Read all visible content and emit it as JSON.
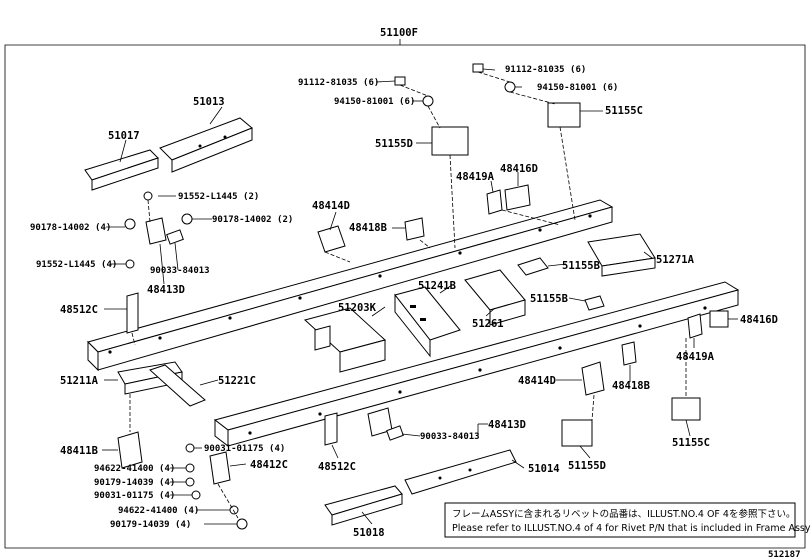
{
  "diagram_id": "512187",
  "assembly": "51100F",
  "note": {
    "jp": "フレームASSYに含まれるリベットの品番は、ILLUST.NO.4 OF 4を参照下さい。",
    "en": "Please refer to ILLUST.NO.4 of 4 for Rivet P/N that is included in Frame Assy"
  },
  "labels": {
    "l51013": "51013",
    "l51017": "51017",
    "l91112a": "91112-81035 (6)",
    "l94150a": "94150-81001 (6)",
    "l91112b": "91112-81035 (6)",
    "l94150b": "94150-81001 (6)",
    "l51155c_top": "51155C",
    "l51155d_top": "51155D",
    "l48416d_top": "48416D",
    "l48419a_top": "48419A",
    "l91552a": "91552-L1445 (2)",
    "l90178a": "90178-14002 (4)",
    "l90178b": "90178-14002 (2)",
    "l48414d_top": "48414D",
    "l48418b_top": "48418B",
    "l91552b": "91552-L1445 (4)",
    "l90033a": "90033-84013",
    "l48413d_top": "48413D",
    "l51155b_a": "51155B",
    "l51271a": "51271A",
    "l48512c_top": "48512C",
    "l51241b": "51241B",
    "l51203k": "51203K",
    "l51155b_b": "51155B",
    "l51261": "51261",
    "l48416d_r": "48416D",
    "l48419a_r": "48419A",
    "l51211a": "51211A",
    "l51221c": "51221C",
    "l48414d_mid": "48414D",
    "l48418b_mid": "48418B",
    "l48413d_mid": "48413D",
    "l90033b": "90033-84013",
    "l48411b": "48411B",
    "l90031a": "90031-01175 (4)",
    "l48412c": "48412C",
    "l48512c_b": "48512C",
    "l94622a": "94622-41400 (4)",
    "l90179a": "90179-14039 (4)",
    "l90031b": "90031-01175 (4)",
    "l94622b": "94622-41400 (4)",
    "l90179b": "90179-14039 (4)",
    "l51155c_b": "51155C",
    "l51155d_b": "51155D",
    "l51014": "51014",
    "l51018": "51018"
  }
}
